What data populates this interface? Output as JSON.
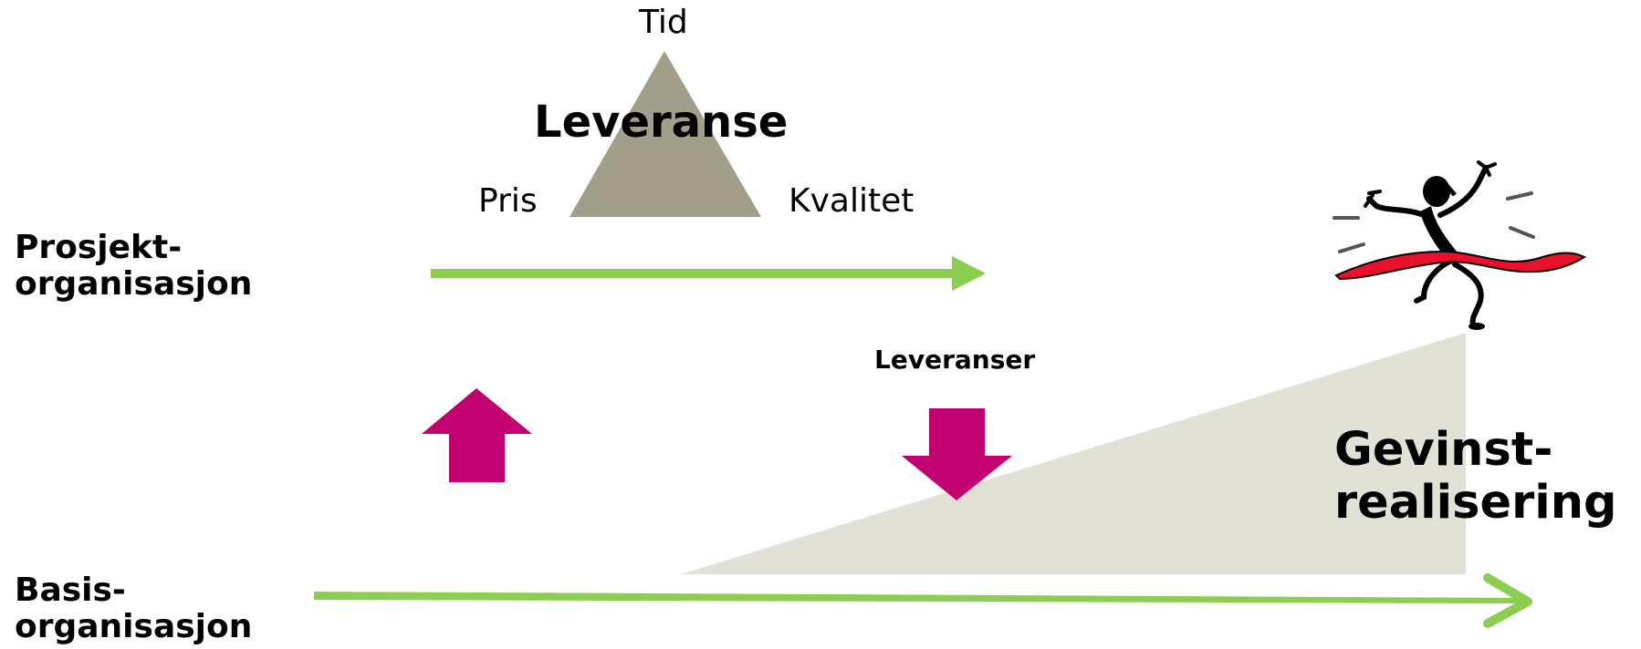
{
  "triangle": {
    "top_label": "Tid",
    "left_label": "Pris",
    "right_label": "Kvalitet",
    "center_label": "Leveranse"
  },
  "project_org": {
    "line1": "Prosjekt-",
    "line2": "organisasjon"
  },
  "base_org": {
    "line1": "Basis-",
    "line2": "organisasjon"
  },
  "deliveries_label": "Leveranser",
  "benefit": {
    "line1": "Gevinst-",
    "line2": "realisering"
  },
  "colors": {
    "arrow_green": "#8ccf50",
    "arrow_magenta": "#c2006f",
    "triangle_gray": "#a19e89",
    "wedge_beige": "#e2e1d6",
    "ribbon_red": "#e8102a"
  },
  "icons": {
    "runner": "runner-finish-line-icon"
  }
}
